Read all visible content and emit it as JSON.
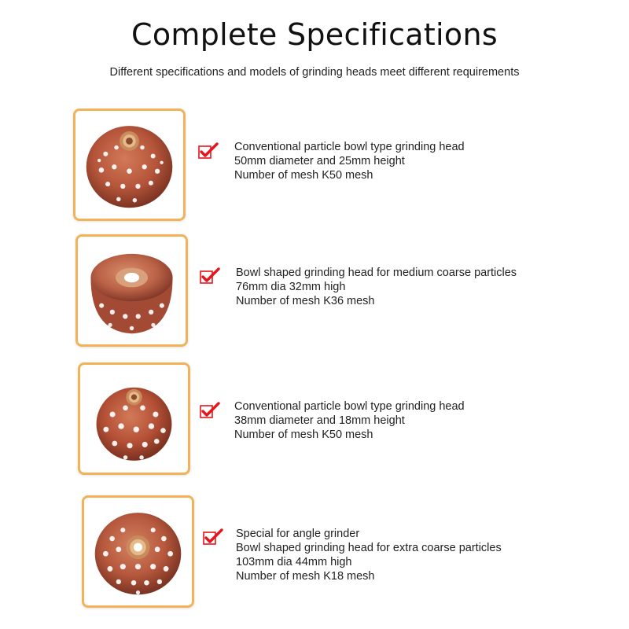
{
  "page": {
    "title": "Complete Specifications",
    "subtitle": "Different specifications and models of grinding heads meet different requirements"
  },
  "colors": {
    "card_border": "#f2b25a",
    "check_red": "#e8141c",
    "grit_base": "#b5553a"
  },
  "items": [
    {
      "image_name": "bowl-grinding-head-50mm-image",
      "lines": [
        "Conventional particle bowl type grinding head",
        "50mm diameter and 25mm height",
        "Number of mesh K50 mesh"
      ]
    },
    {
      "image_name": "bowl-grinding-head-76mm-image",
      "lines": [
        "Bowl shaped grinding head for medium coarse particles",
        "76mm dia 32mm high",
        "Number of mesh K36 mesh"
      ]
    },
    {
      "image_name": "bowl-grinding-head-38mm-image",
      "lines": [
        "Conventional particle bowl type grinding head",
        "38mm diameter and 18mm height",
        "Number of mesh K50 mesh"
      ]
    },
    {
      "image_name": "bowl-grinding-head-103mm-image",
      "lines": [
        "Special for angle grinder",
        "Bowl shaped grinding head for extra coarse particles",
        "103mm dia 44mm high",
        "Number of mesh K18 mesh"
      ]
    }
  ]
}
